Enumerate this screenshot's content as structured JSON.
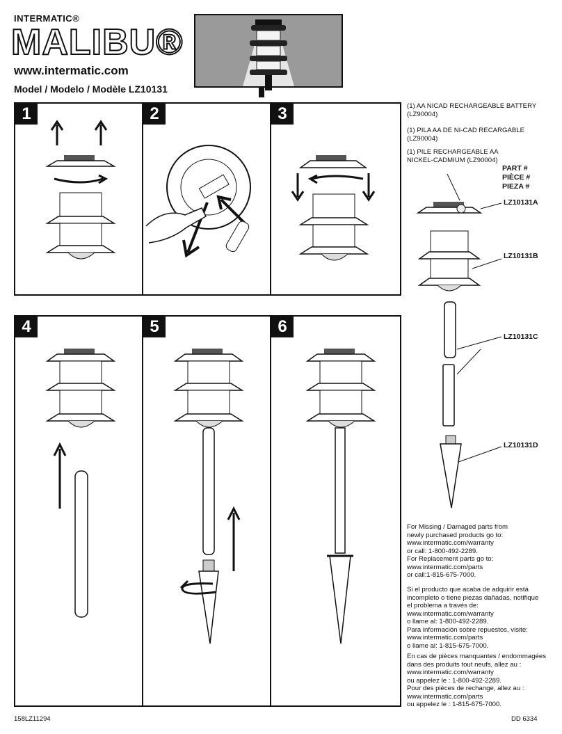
{
  "header": {
    "brand_small": "INTERMATIC®",
    "brand_big": "MALIBU®",
    "website": "www.intermatic.com",
    "model_line": "Model / Modelo / Modèle  LZ10131"
  },
  "steps": [
    {
      "number": "1"
    },
    {
      "number": "2"
    },
    {
      "number": "3"
    },
    {
      "number": "4"
    },
    {
      "number": "5"
    },
    {
      "number": "6"
    }
  ],
  "battery_notes": [
    "(1) AA NICAD RECHARGEABLE BATTERY (LZ90004)",
    "(1) PILA AA DE NI-CAD RECARGABLE (LZ90004)",
    "(1) PILE RECHARGEABLE AA NICKEL-CADMIUM (LZ90004)"
  ],
  "parts": {
    "heading": [
      "PART #",
      "PIÈCE #",
      "PIEZA #"
    ],
    "a": "LZ10131A",
    "b": "LZ10131B",
    "c": "LZ10131C",
    "d": "LZ10131D"
  },
  "support": {
    "en": [
      "For Missing / Damaged parts from",
      "newly purchased products go to:",
      "www.intermatic.com/warranty",
      "or call: 1-800-492-2289.",
      "For Replacement parts go to:",
      "www.intermatic.com/parts",
      "or call:1-815-675-7000."
    ],
    "es": [
      "Si el producto que acaba de adquirir está",
      "incompleto  o  tiene piezas dañadas, notifique",
      "el problema a través de:",
      "www.intermatic.com/warranty",
      "o llame al: 1-800-492-2289.",
      "Para información sobre repuestos, visite:",
      "www.intermatic.com/parts",
      "o llame al: 1-815-675-7000."
    ],
    "fr": [
      "En cas de pièces manquantes  /  endommagées",
      "dans des produits tout neufs, allez au  :",
      "www.intermatic.com/warranty",
      "ou appelez le   : 1-800-492-2289.",
      "Pour des pièces de rechange, allez au :",
      "www.intermatic.com/parts",
      "ou appelez le  : 1-815-675-7000."
    ]
  },
  "footer": {
    "left_code": "158LZ11294",
    "right_code": "DD 6334"
  }
}
